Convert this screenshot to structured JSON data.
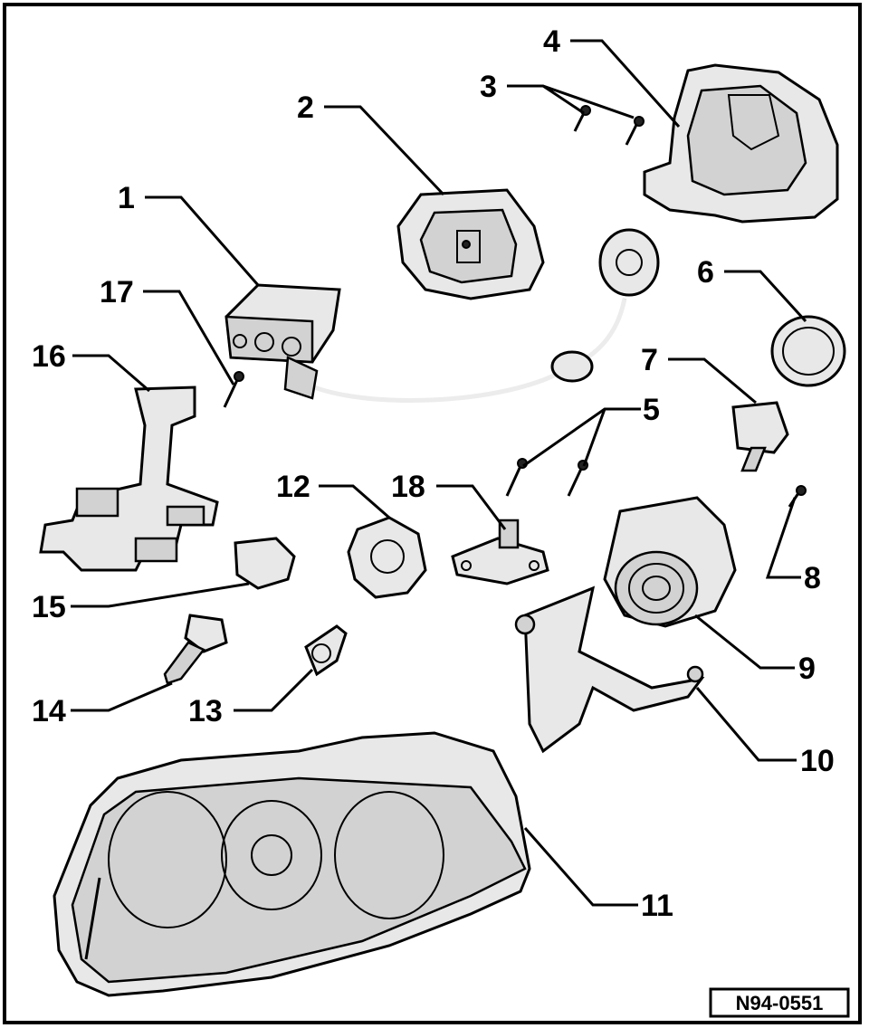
{
  "figure_code": "N94-0551",
  "callouts": [
    "1",
    "2",
    "3",
    "4",
    "5",
    "6",
    "7",
    "8",
    "9",
    "10",
    "11",
    "12",
    "13",
    "14",
    "15",
    "16",
    "17",
    "18"
  ]
}
